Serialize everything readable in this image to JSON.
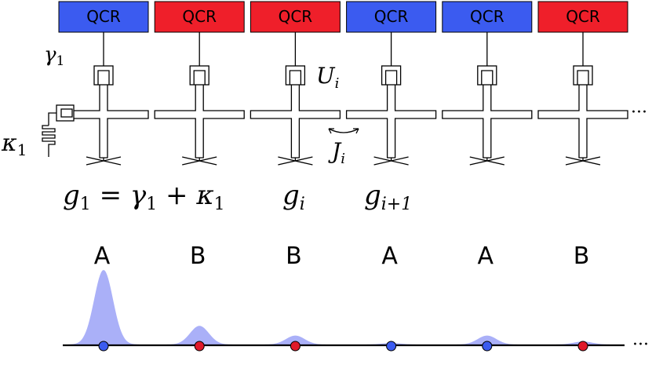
{
  "units": [
    {
      "qcr": "QCR",
      "color": "#3b5bf0",
      "type": "A",
      "peak": 1.0,
      "dot": "#3b5bf0"
    },
    {
      "qcr": "QCR",
      "color": "#ef1f2a",
      "type": "B",
      "peak": 0.25,
      "dot": "#e0192a"
    },
    {
      "qcr": "QCR",
      "color": "#ef1f2a",
      "type": "B",
      "peak": 0.12,
      "dot": "#e0192a"
    },
    {
      "qcr": "QCR",
      "color": "#3b5bf0",
      "type": "A",
      "peak": 0.02,
      "dot": "#3b5bf0"
    },
    {
      "qcr": "QCR",
      "color": "#3b5bf0",
      "type": "A",
      "peak": 0.12,
      "dot": "#3b5bf0"
    },
    {
      "qcr": "QCR",
      "color": "#ef1f2a",
      "type": "B",
      "peak": 0.04,
      "dot": "#e0192a"
    }
  ],
  "symbols": {
    "gamma1": "γ",
    "gamma1_sub": "1",
    "kappa1": "κ",
    "kappa1_sub": "1",
    "Ui": "U",
    "Ui_sub": "i",
    "Ji": "J",
    "Ji_sub": "i",
    "eq": {
      "g": "g",
      "sub1": "1",
      "eq": " = ",
      "gamma": "γ",
      "gsub": "1",
      "plus": " + ",
      "kappa": "κ",
      "ksub": "1"
    },
    "gi": "g",
    "gi_sub": "i",
    "gip1": "g",
    "gip1_sub": "i+1"
  },
  "ellipsis": "···",
  "colors": {
    "wave_fill": "#aab0f8",
    "line": "#000000"
  }
}
